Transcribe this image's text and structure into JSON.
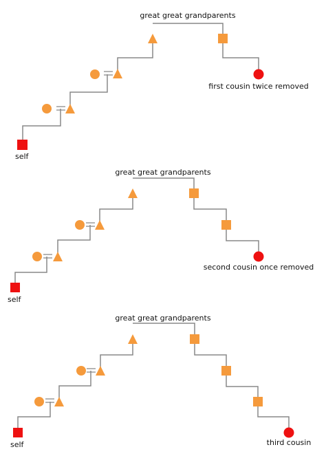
{
  "colors": {
    "ancestor_fill": "#F59A3C",
    "person_fill": "#EE1111",
    "line": "#888888"
  },
  "diagrams": [
    {
      "label_ancestors": "great great grandparents",
      "label_self": "self",
      "label_relative": "first cousin twice removed"
    },
    {
      "label_ancestors": "great great grandparents",
      "label_self": "self",
      "label_relative": "second cousin once removed"
    },
    {
      "label_ancestors": "great great grandparents",
      "label_self": "self",
      "label_relative": "third cousin"
    }
  ]
}
